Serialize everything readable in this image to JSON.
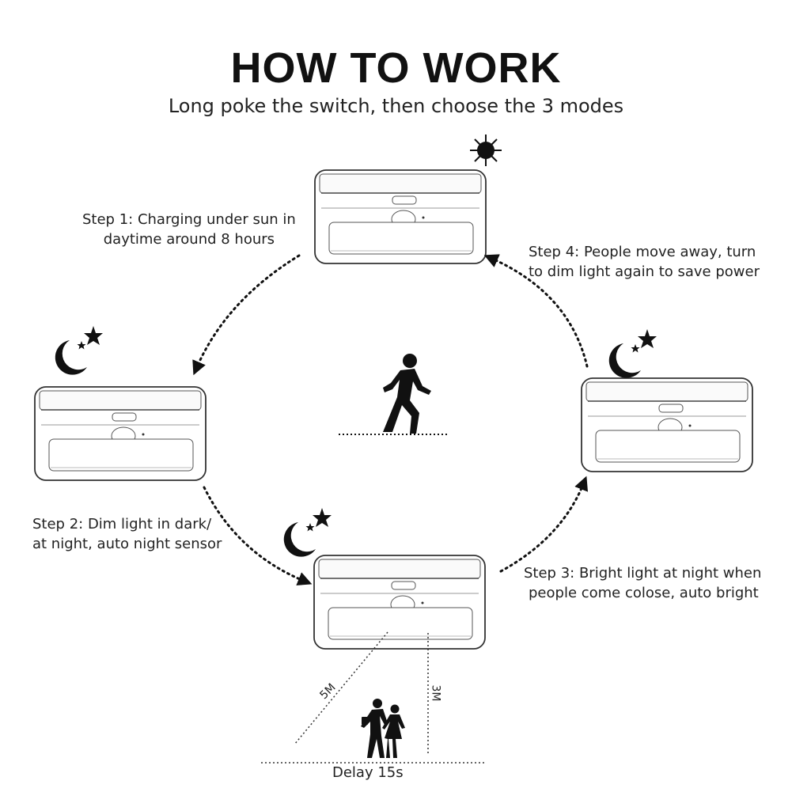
{
  "title": "HOW TO WORK",
  "subtitle": "Long poke the switch, then choose the 3 modes",
  "steps": [
    {
      "line1": "Step 1: Charging under sun in",
      "line2": "daytime around 8 hours"
    },
    {
      "line1": "Step 2: Dim light in dark/",
      "line2": "at night, auto night sensor"
    },
    {
      "line1": "Step 3: Bright light at night when",
      "line2": "people come colose, auto bright"
    },
    {
      "line1": "Step 4: People move away, turn",
      "line2": "to dim light again to save power"
    }
  ],
  "distances": {
    "diagonal": "5M",
    "vertical": "3M"
  },
  "delay": "Delay 15s",
  "icons": [
    "sun-icon",
    "moon-star-icon",
    "walking-person-icon",
    "two-people-walking-icon",
    "solar-light-icon"
  ]
}
